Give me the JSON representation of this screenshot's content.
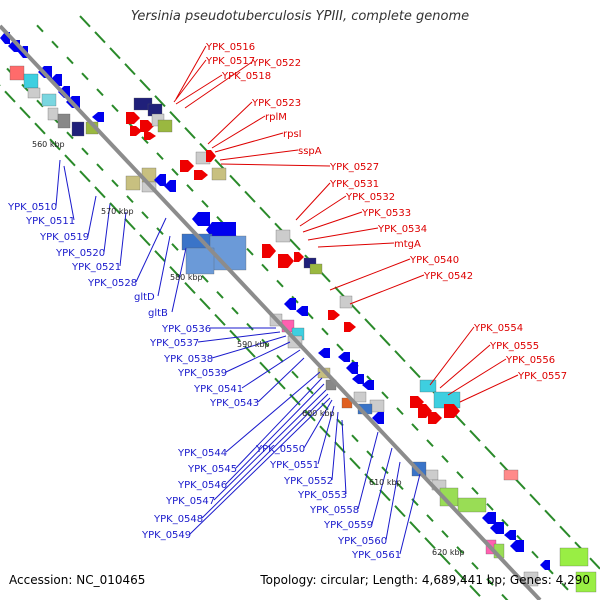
{
  "title": "Yersinia pseudotuberculosis YPIII, complete genome",
  "footer": {
    "accession": "Accession: NC_010465",
    "summary": "Topology: circular; Length: 4,689,441 bp; Genes: 4,290"
  },
  "colors": {
    "backbone": "#8c8c8c",
    "minus_strand": "#0000ee",
    "plus_strand": "#ee0000",
    "tick": "#2a8a2a",
    "label_blue": "#1a1acc",
    "label_red": "#dd0000"
  },
  "scale_labels": [
    "560 kbp",
    "570 kbp",
    "580 kbp",
    "590 kbp",
    "600 kbp",
    "610 kbp",
    "620 kbp"
  ],
  "red_labels": [
    "YPK_0516",
    "YPK_0517",
    "YPK_0518",
    "YPK_0522",
    "YPK_0523",
    "rplM",
    "rpsI",
    "sspA",
    "YPK_0527",
    "YPK_0531",
    "YPK_0532",
    "YPK_0533",
    "YPK_0534",
    "mtgA",
    "YPK_0540",
    "YPK_0542",
    "YPK_0554",
    "YPK_0555",
    "YPK_0556",
    "YPK_0557"
  ],
  "blue_labels": [
    "YPK_0510",
    "YPK_0511",
    "YPK_0519",
    "YPK_0520",
    "YPK_0521",
    "YPK_0528",
    "gltD",
    "gltB",
    "YPK_0536",
    "YPK_0537",
    "YPK_0538",
    "YPK_0539",
    "YPK_0541",
    "YPK_0543",
    "YPK_0544",
    "YPK_0545",
    "YPK_0546",
    "YPK_0547",
    "YPK_0548",
    "YPK_0549",
    "YPK_0550",
    "YPK_0551",
    "YPK_0552",
    "YPK_0553",
    "YPK_0558",
    "YPK_0559",
    "YPK_0560",
    "YPK_0561"
  ]
}
